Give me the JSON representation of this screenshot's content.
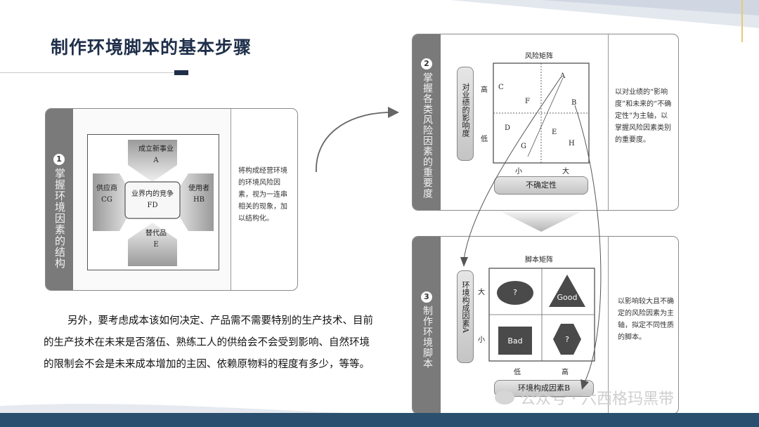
{
  "title": "制作环境脚本的基本步骤",
  "panel1": {
    "num": "1",
    "side": "掌握环境因素的结构",
    "top": [
      "成立新事业",
      "A"
    ],
    "left": [
      "供应商",
      "CG"
    ],
    "center": [
      "业界内的竞争",
      "FD"
    ],
    "right": [
      "使用者",
      "HB"
    ],
    "bottom": [
      "替代品",
      "E"
    ],
    "note": "将构成经营环境的环境风险因素，视为一连串相关的现象，加以结构化。"
  },
  "panel2": {
    "num": "2",
    "side": "掌握各类风险因素的重要度",
    "title": "风险矩阵",
    "ylabel": "对业绩的影响度",
    "y_high": "高",
    "y_low": "低",
    "x_small": "小",
    "x_large": "大",
    "xlabel": "不确定性",
    "letters": [
      "A",
      "B",
      "C",
      "F",
      "D",
      "G",
      "E",
      "H"
    ],
    "note": "以对业绩的“影响度”和未来的“不确定性”为主轴，以掌握风险因素类别的重要度。"
  },
  "panel3": {
    "num": "3",
    "side": "制作环境脚本",
    "title": "脚本矩阵",
    "ylabel": "环境构成因素A",
    "y_large": "大",
    "y_small": "小",
    "x_low": "低",
    "x_high": "高",
    "xlabel": "环境构成因素B",
    "shapes": [
      "?",
      "Good",
      "Bad",
      "?"
    ],
    "note": "以影响较大且不确定的风险因素为主轴，拟定不同性质的脚本。"
  },
  "body": "另外，要考虑成本该如何决定、产品需不需要特别的生产技术、目前的生产技术在未来是否落伍、熟练工人的供给会不会受到影响、自然环境的限制会不会是未来成本增加的主因、依赖原物料的程度有多少，等等。",
  "watermark": "公众号 · 六西格玛黑带",
  "colors": {
    "title": "#1f2f4a",
    "band": "#2b4f6e",
    "side": "#7a7a7a"
  }
}
